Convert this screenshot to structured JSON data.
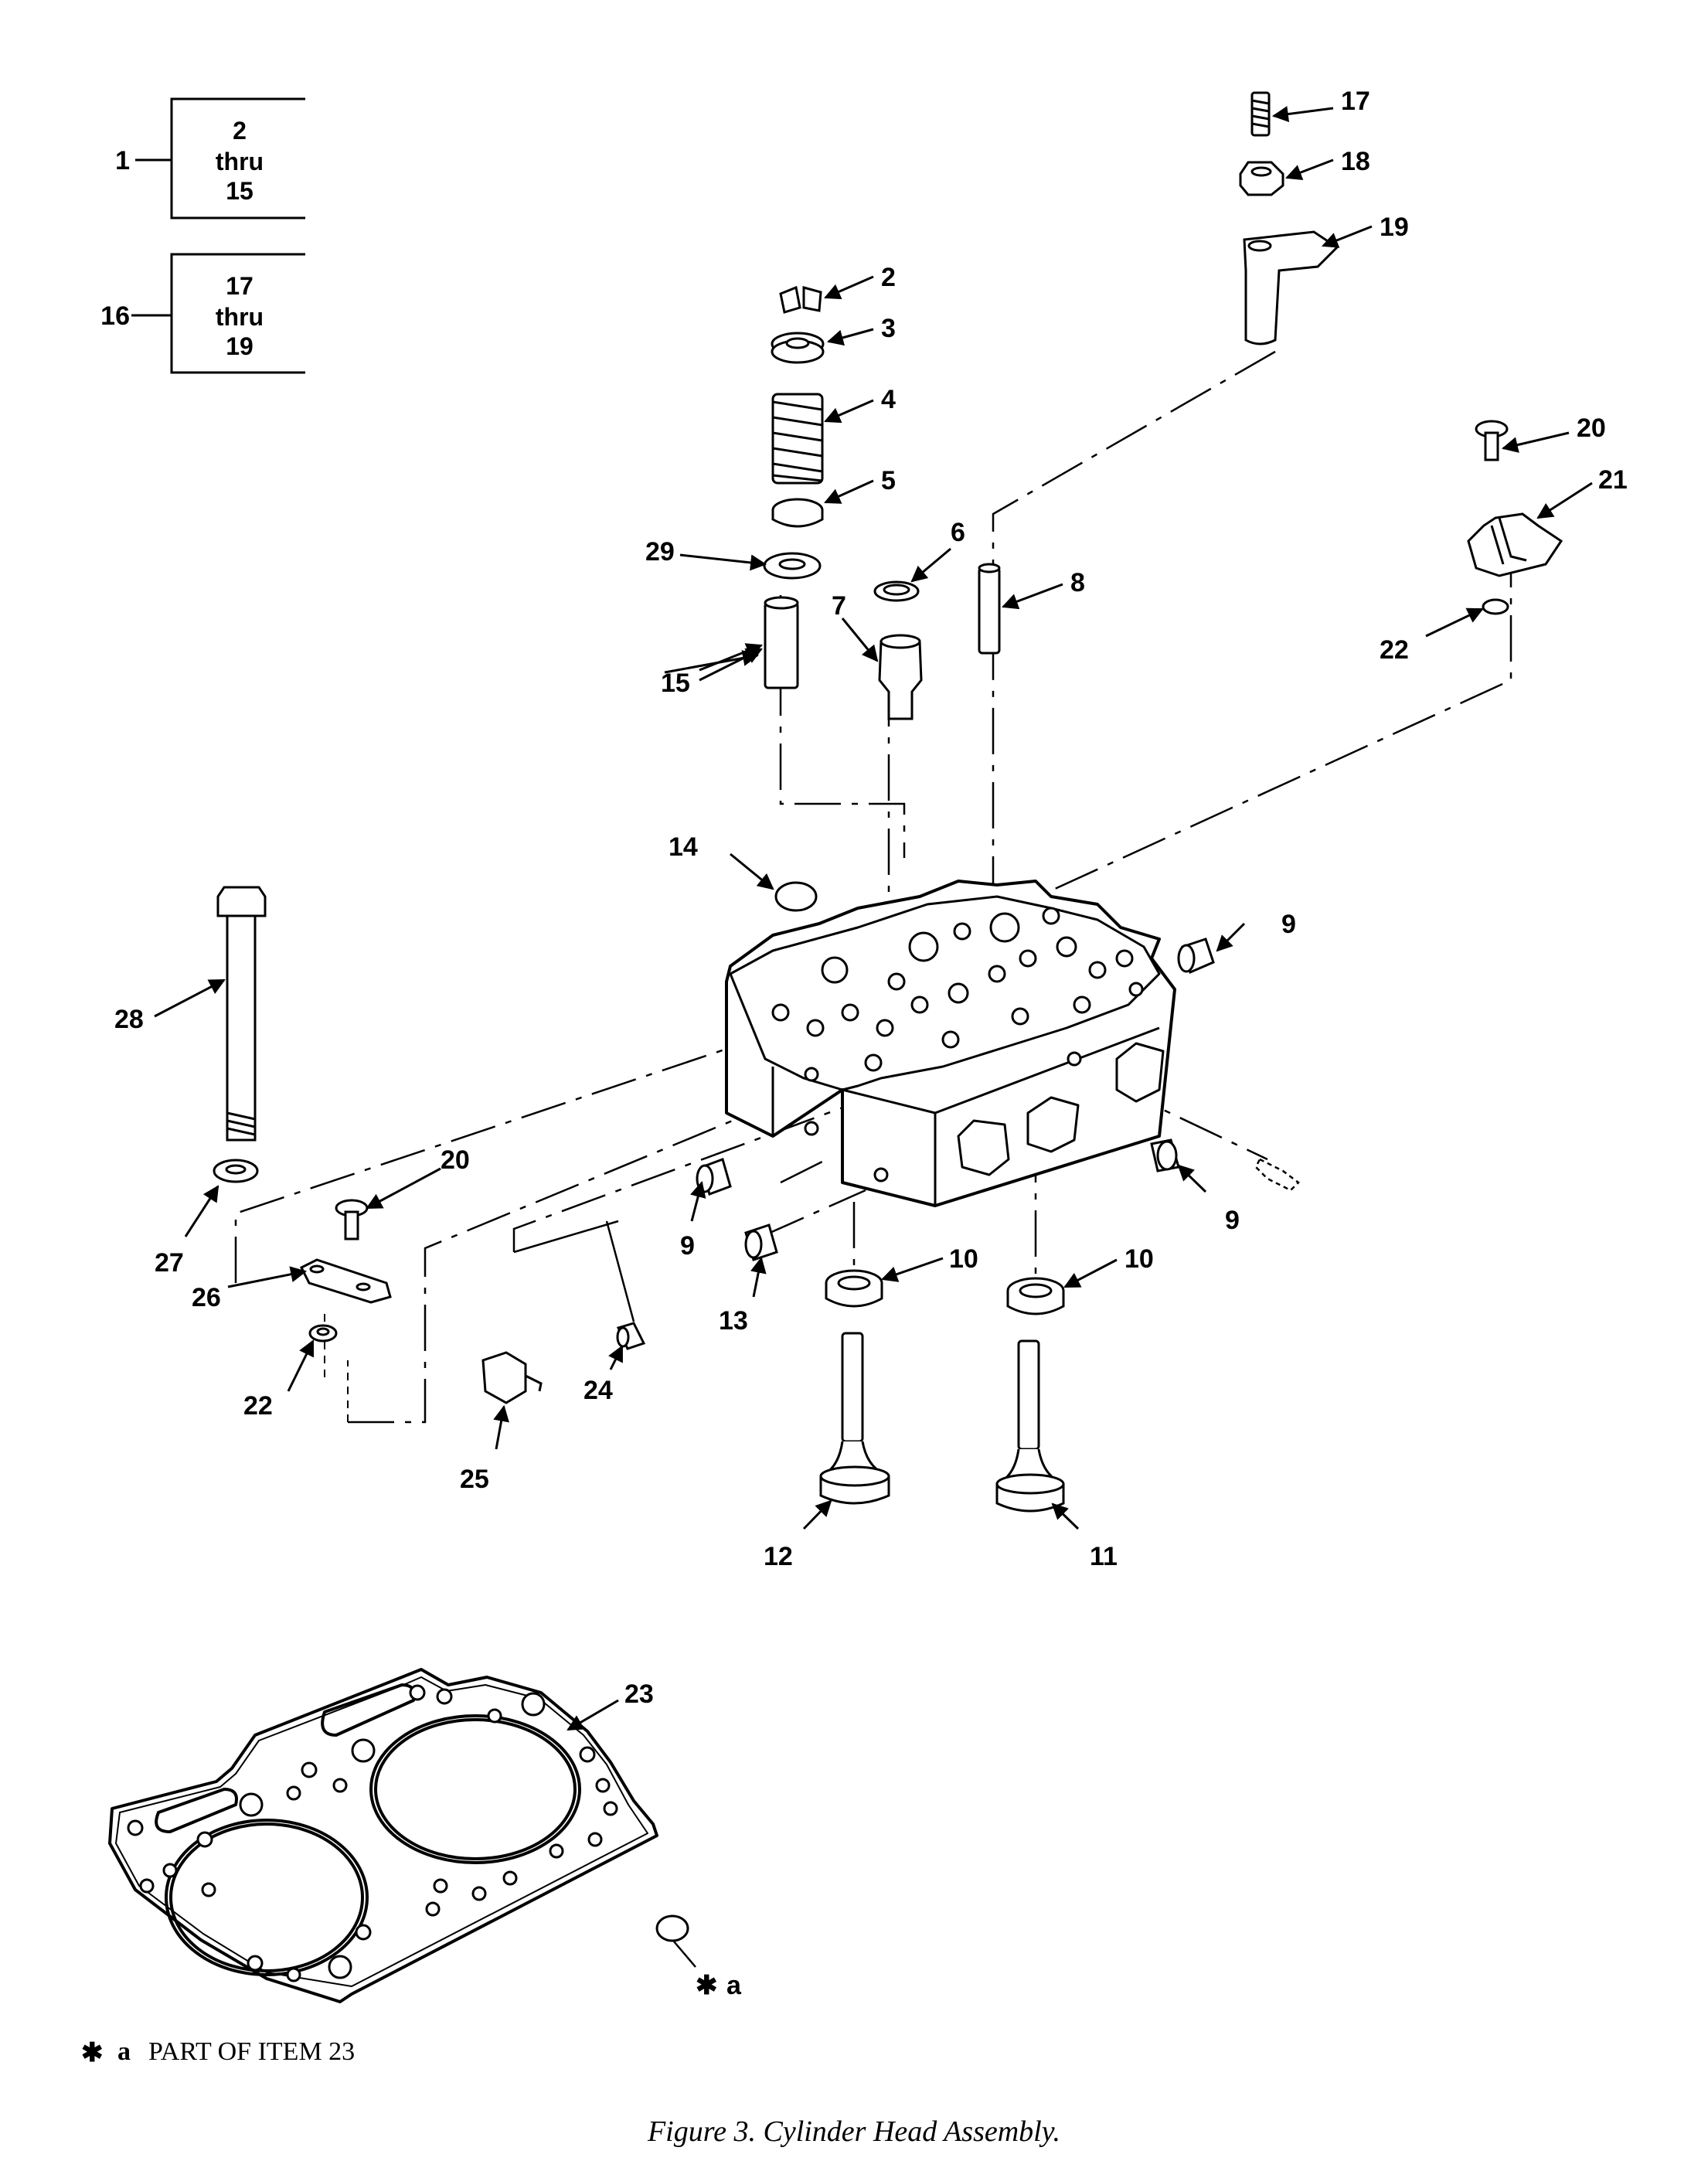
{
  "brackets": [
    {
      "item": "1",
      "line1": "2",
      "line2": "thru",
      "line3": "15"
    },
    {
      "item": "16",
      "line1": "17",
      "line2": "thru",
      "line3": "19"
    }
  ],
  "callouts": {
    "c2": "2",
    "c3": "3",
    "c4": "4",
    "c5": "5",
    "c6": "6",
    "c7": "7",
    "c8": "8",
    "c9a": "9",
    "c9b": "9",
    "c9c": "9",
    "c10a": "10",
    "c10b": "10",
    "c11": "11",
    "c12": "12",
    "c13": "13",
    "c14": "14",
    "c15": "15",
    "c17": "17",
    "c18": "18",
    "c19": "19",
    "c20a": "20",
    "c20b": "20",
    "c21": "21",
    "c22a": "22",
    "c22b": "22",
    "c23": "23",
    "c24": "24",
    "c25": "25",
    "c26": "26",
    "c27": "27",
    "c28": "28",
    "c29": "29"
  },
  "note": {
    "marker": "✱",
    "key": "a",
    "text": "PART OF ITEM 23"
  },
  "caption": "Figure 3. Cylinder Head Assembly.",
  "colors": {
    "ink": "#000000",
    "paper": "#ffffff"
  }
}
